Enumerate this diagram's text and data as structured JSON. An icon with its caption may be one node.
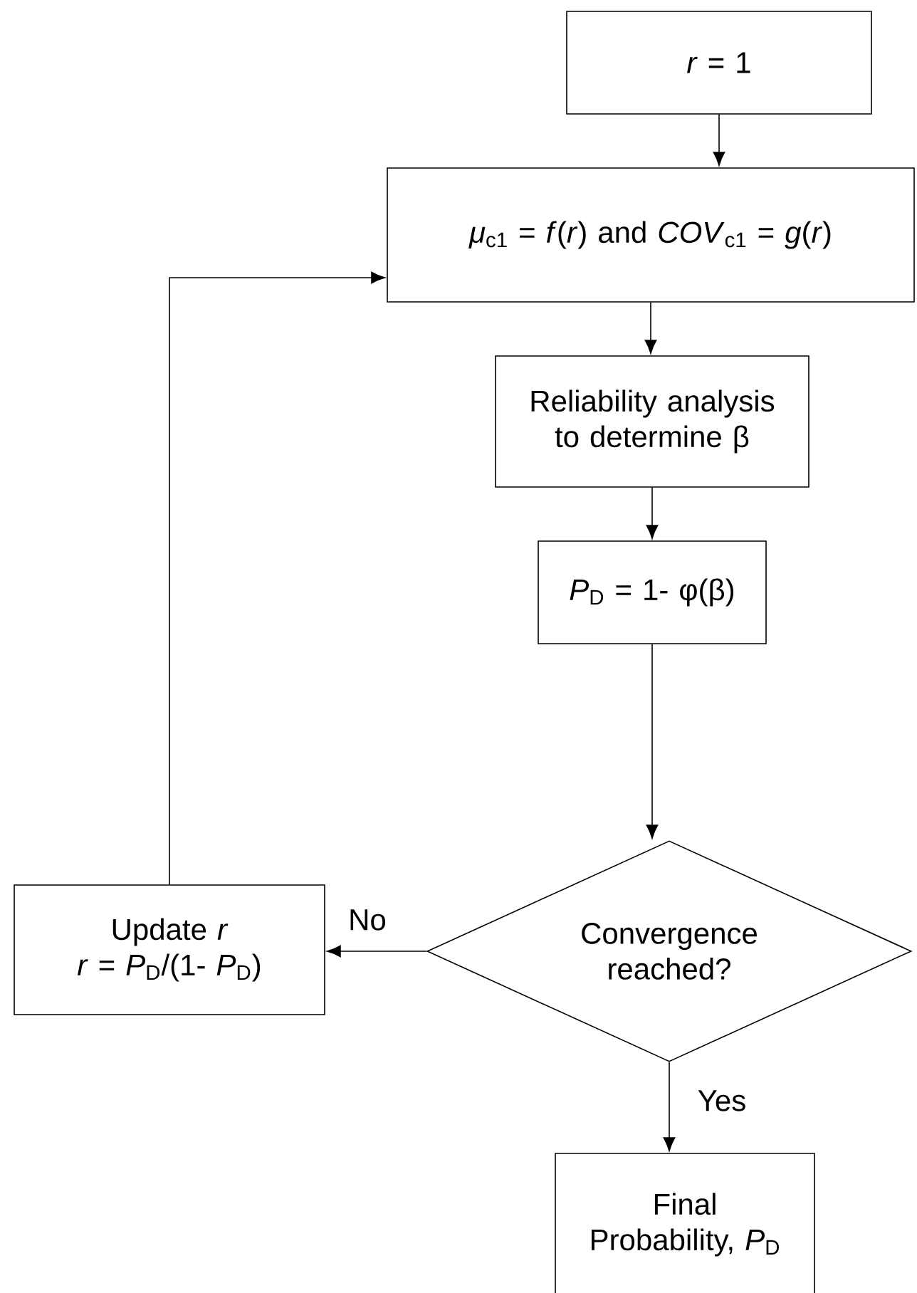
{
  "diagram": {
    "nodes": [
      {
        "text": [
          "*r* = 1"
        ]
      },
      {
        "text": [
          "*μ*$_{c1}$ = *f*(*r*) and *COV*$_{c1}$ = *g*(*r*)"
        ]
      },
      {
        "text": [
          "Reliability analysis to determine β"
        ]
      },
      {
        "text": [
          "*P*$_{D}$ = 1- φ(β)"
        ]
      },
      {
        "text": [
          "Convergence reached?"
        ]
      },
      {
        "text": [
          "Update *r*",
          "*r* = *P*$_{D}$/(1- *P*$_{D}$)"
        ]
      },
      {
        "text": [
          "Final Probability, *P*$_{D}$"
        ]
      }
    ],
    "edges": [
      {
        "from": 0,
        "to": 1,
        "arrow": "to"
      },
      {
        "from": 1,
        "to": 2,
        "arrow": "to"
      },
      {
        "from": 2,
        "to": 3,
        "arrow": "to"
      },
      {
        "from": 3,
        "to": 4,
        "arrow": "to"
      },
      {
        "from": 4,
        "to": 5,
        "arrow": "to",
        "label": "No"
      },
      {
        "from": 4,
        "to": 6,
        "arrow": "to",
        "label": "Yes"
      },
      {
        "from": 5,
        "to": 1,
        "arrow": "to"
      }
    ]
  }
}
